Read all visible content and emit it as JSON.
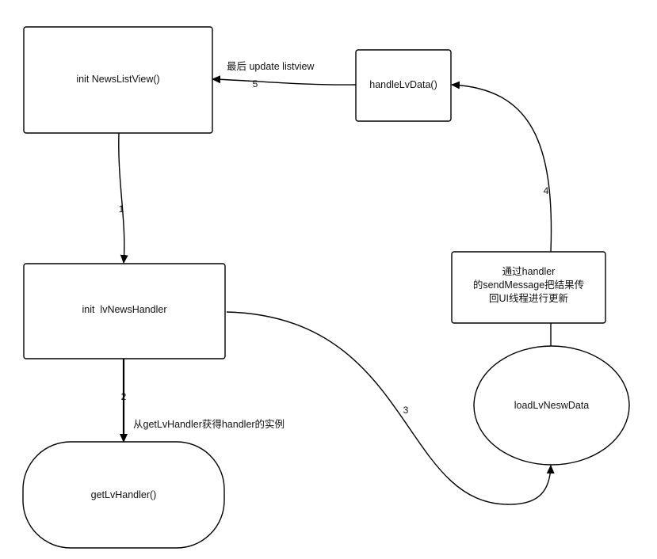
{
  "nodes": {
    "init_newslistview": "init NewsListView()",
    "init_lvnewshandler": "init  lvNewsHandler",
    "get_lv_handler": "getLvHandler()",
    "handle_lv_data": "handleLvData()",
    "send_message_note": {
      "line1": "通过handler",
      "line2": "的sendMessage把结果传",
      "line3": "回UI线程进行更新"
    },
    "load_lv_nesw_data": "loadLvNeswData"
  },
  "edges": {
    "e1": {
      "number": "1"
    },
    "e2": {
      "number": "2",
      "label": "从getLvHandler获得handler的实例"
    },
    "e3": {
      "number": "3"
    },
    "e4": {
      "number": "4"
    },
    "e5": {
      "number": "5",
      "label": "最后 update listview"
    }
  }
}
